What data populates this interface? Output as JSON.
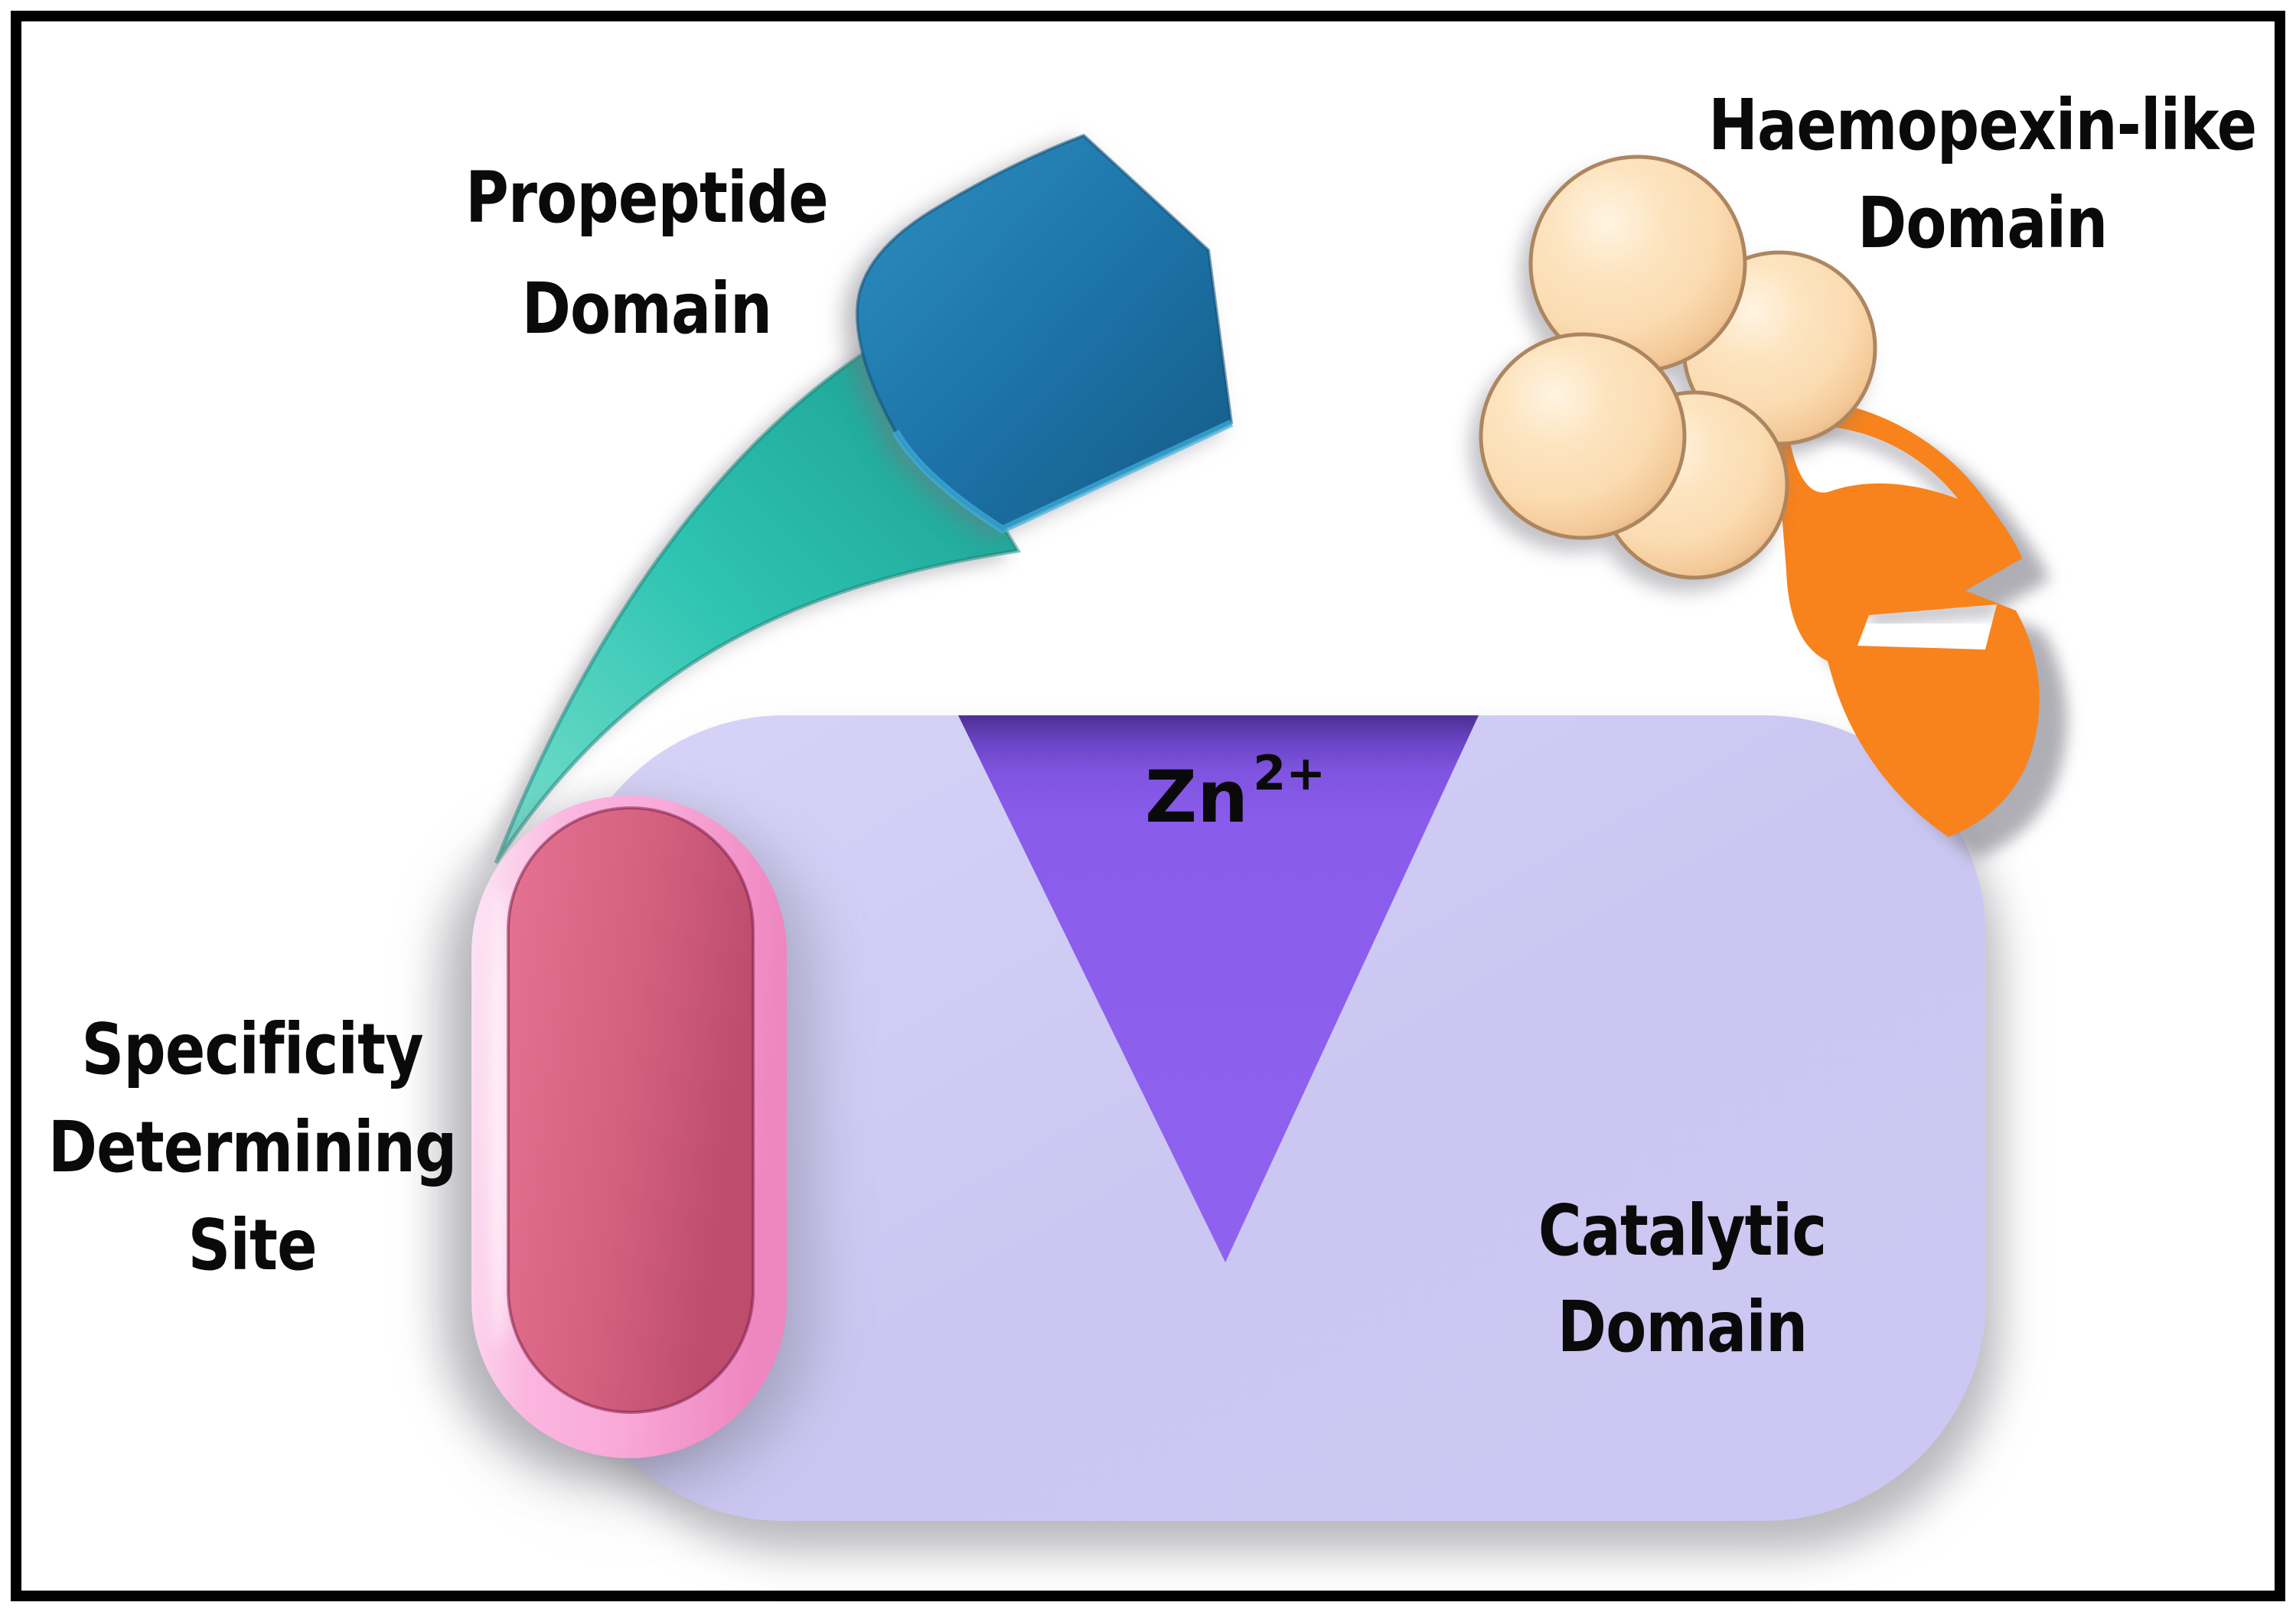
{
  "figure": {
    "labels": {
      "propeptide": {
        "line1": "Propeptide",
        "line2": "Domain"
      },
      "haemopexin": {
        "line1": "Haemopexin-like",
        "line2": "Domain"
      },
      "specificity": {
        "line1": "Specificity",
        "line2": "Determining",
        "line3": "Site"
      },
      "catalytic": {
        "line1": "Catalytic",
        "line2": "Domain"
      },
      "zinc": {
        "symbol": "Zn",
        "charge": "2+"
      }
    },
    "colors": {
      "background": "#ffffff",
      "frame": "#000000",
      "text": "#0a0a0a",
      "catalytic_fill": "#cbc7f2",
      "zinc_triangle": "#8a5cec",
      "propeptide_block": "#1d74a9",
      "propeptide_arm": "#2fc4b2",
      "haemopexin_ball": "#fbdcb2",
      "haemopexin_ball_rim": "#ad8660",
      "linker_ribbon": "#f8821c",
      "specificity_outer": "#f9a9d8",
      "specificity_inner": "#d5617f"
    }
  }
}
